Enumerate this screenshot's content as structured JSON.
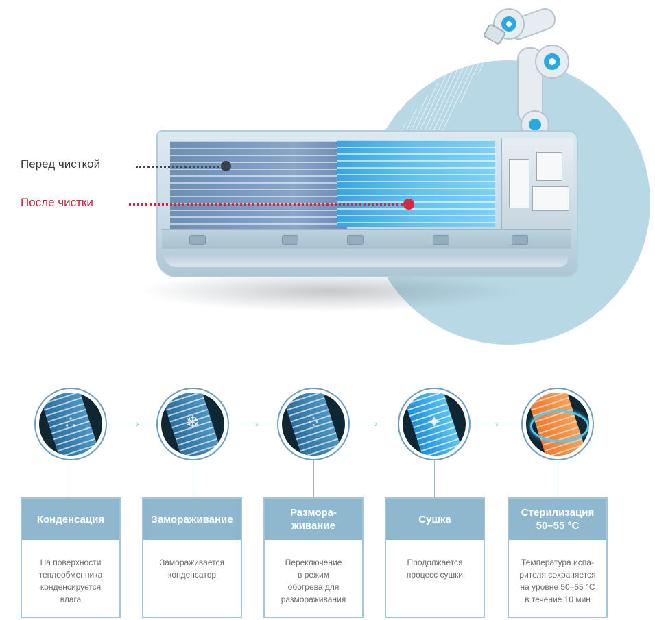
{
  "hero": {
    "before_label": "Перед чисткой",
    "after_label": "После чистки",
    "colors": {
      "before": "#3b3b3b",
      "after": "#c8213a",
      "circle": "#b9d8e6"
    }
  },
  "steps": [
    {
      "title": "Конденсация",
      "description": "На поверхности\nтеплообменника\nконденсируется\nвлага",
      "icon": "water-droplets-icon"
    },
    {
      "title": "Замораживание",
      "description": "Замораживается\nконденсатор",
      "icon": "snowflake-icon"
    },
    {
      "title": "Размора-\nживание",
      "description": "Переключение\nв режим\nобогрева для\nразмораживания",
      "icon": "thaw-droplets-icon"
    },
    {
      "title": "Сушка",
      "description": "Продолжается\nпроцесс сушки",
      "icon": "sparkle-icon"
    },
    {
      "title": "Стерилизация\n50–55 °C",
      "description": "Температура испа-\nрителя сохраняется\nна уровне 50–55 °C\nв течение 10 мин",
      "icon": "heat-ring-icon"
    }
  ]
}
